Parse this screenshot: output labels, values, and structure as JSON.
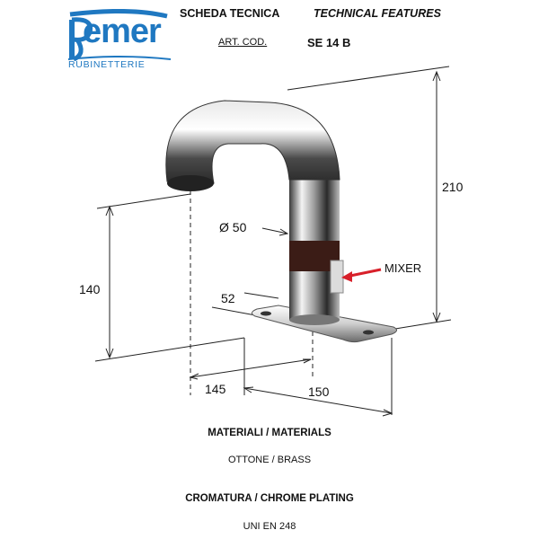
{
  "brand": {
    "name": "emer",
    "subtitle": "RUBINETTERIE",
    "color": "#1f78c1"
  },
  "header": {
    "title_it": "SCHEDA TECNICA",
    "title_en": "TECHNICAL FEATURES",
    "art_label": "ART. COD.",
    "art_code": "SE 14 B"
  },
  "drawing": {
    "dim_height_total": "210",
    "dim_diameter": "Ø 50",
    "dim_height_spout": "140",
    "dim_plate_width": "52",
    "dim_reach": "145",
    "dim_plate_length": "150",
    "mixer_label": "MIXER",
    "mixer_arrow_color": "#d8202a"
  },
  "materials": {
    "title": "MATERIALI / MATERIALS",
    "value": "OTTONE / BRASS"
  },
  "plating": {
    "title": "CROMATURA / CHROME PLATING",
    "value": "UNI EN 248"
  }
}
